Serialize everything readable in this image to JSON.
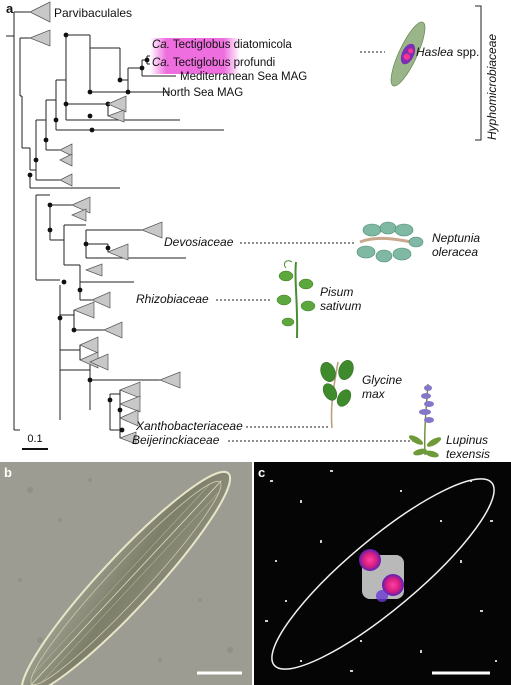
{
  "figure": {
    "panel_a": {
      "label": "a",
      "outgroup": "Parvibaculales",
      "tectiglobus_diatomicola": {
        "genus": "Ca.",
        "species": "Tectiglobus diatomicola"
      },
      "tectiglobus_profundi": {
        "genus": "Ca.",
        "species": "Tectiglobus profundi"
      },
      "med_mag": "Mediterranean Sea MAG",
      "north_mag": "North Sea MAG",
      "haslea": {
        "genus": "Haslea",
        "suffix": " spp."
      },
      "family_bracket": "Hyphomicrobiaceae",
      "devosiaceae": "Devosiaceae",
      "neptunia": [
        "Neptunia",
        "oleracea"
      ],
      "rhizobiaceae": "Rhizobiaceae",
      "pisum": [
        "Pisum",
        "sativum"
      ],
      "glycine": [
        "Glycine",
        "max"
      ],
      "xanthobacteriaceae": "Xanthobacteriaceae",
      "beijerinckiaceae": "Beijerinckiaceae",
      "lupinus": [
        "Lupinus",
        "texensis"
      ],
      "scale": "0.1"
    },
    "panel_b": {
      "label": "b"
    },
    "panel_c": {
      "label": "c"
    },
    "colors": {
      "highlight": "#ee66dd",
      "collapsed_clade": "#c8c8c8",
      "haslea_cell": "#93b07d",
      "fish_signal": "#e0218a"
    }
  }
}
